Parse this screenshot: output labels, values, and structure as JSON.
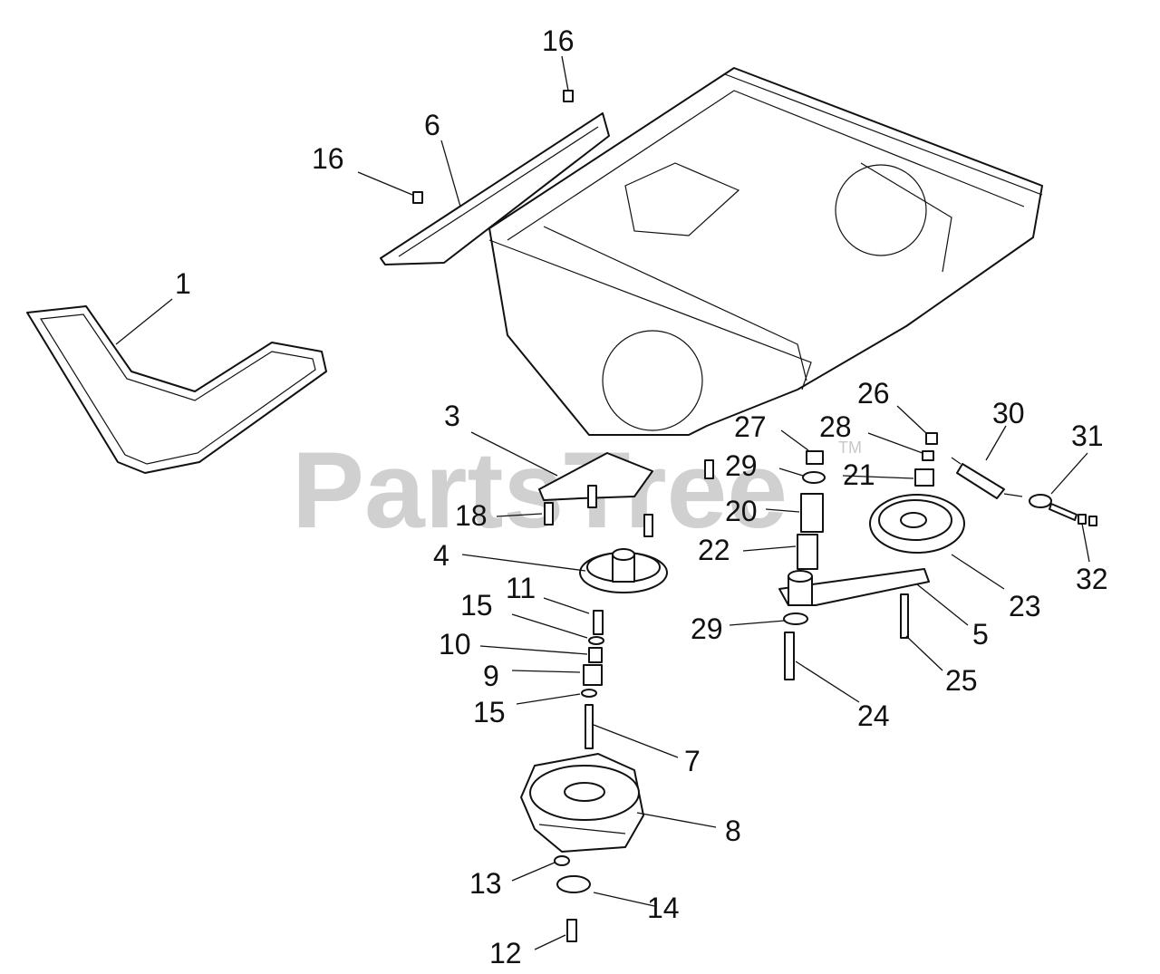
{
  "watermark": {
    "text": "PartsTree",
    "trademark": "TM"
  },
  "callouts": {
    "c1": "1",
    "c3": "3",
    "c4": "4",
    "c5": "5",
    "c6": "6",
    "c7": "7",
    "c8": "8",
    "c9": "9",
    "c10": "10",
    "c11": "11",
    "c12": "12",
    "c13": "13",
    "c14": "14",
    "c15a": "15",
    "c15b": "15",
    "c16a": "16",
    "c16b": "16",
    "c18": "18",
    "c20": "20",
    "c21": "21",
    "c22": "22",
    "c23": "23",
    "c24": "24",
    "c25": "25",
    "c26": "26",
    "c27": "27",
    "c28": "28",
    "c29a": "29",
    "c29b": "29",
    "c30": "30",
    "c31": "31",
    "c32": "32"
  }
}
